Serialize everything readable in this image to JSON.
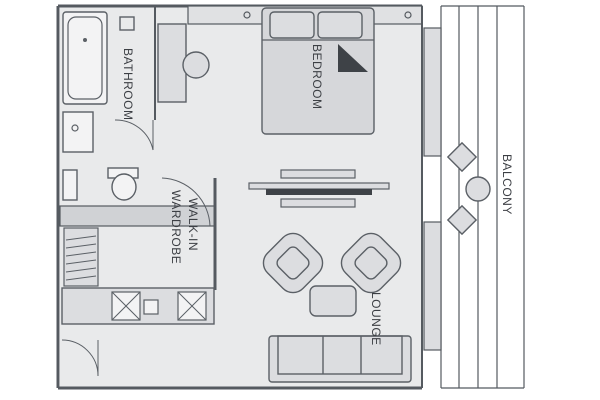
{
  "floorplan": {
    "rooms": {
      "bathroom": "BATHROOM",
      "bedroom": "BEDROOM",
      "walk_in_wardrobe_line1": "WALK-IN",
      "walk_in_wardrobe_line2": "WARDROBE",
      "lounge": "LOUNGE",
      "balcony": "BALCONY"
    },
    "colors": {
      "floor": "#e9eaeb",
      "wall": "#555a60",
      "furniture_fill": "#dcdde0",
      "furniture_stroke": "#5b6066",
      "label": "#3c3f44",
      "accent": "#3e4247"
    }
  }
}
